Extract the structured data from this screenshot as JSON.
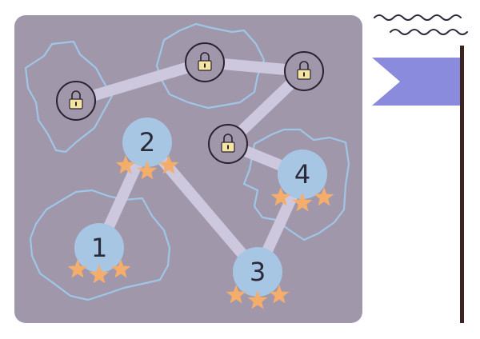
{
  "map": {
    "background_color": "#a097ab",
    "island_outline_color": "#9fc6e6",
    "path_color": "#cdc8dd",
    "level_node_color": "#a7c6e3",
    "locked_node_color": "#a097ab",
    "lock_color": "#f3e6a3",
    "star_color": "#f4ad6a",
    "levels": [
      {
        "id": "level-1",
        "label": "1",
        "stars": 3
      },
      {
        "id": "level-2",
        "label": "2",
        "stars": 3
      },
      {
        "id": "level-3",
        "label": "3",
        "stars": 3
      },
      {
        "id": "level-4",
        "label": "4",
        "stars": 3
      }
    ],
    "locked_levels": [
      {
        "id": "locked-1",
        "icon": "lock-icon"
      },
      {
        "id": "locked-2",
        "icon": "lock-icon"
      },
      {
        "id": "locked-3",
        "icon": "lock-icon"
      },
      {
        "id": "locked-4",
        "icon": "lock-icon"
      }
    ]
  },
  "decorations": {
    "flag_color": "#8b8bde",
    "pole_color": "#3a2320",
    "wave_color": "#2b2a3a"
  }
}
